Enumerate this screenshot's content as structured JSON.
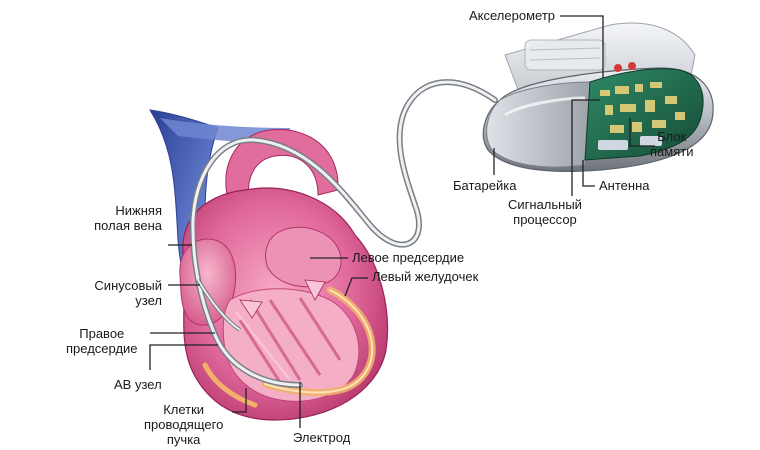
{
  "labels": {
    "accelerometer": [
      "Акселерометр"
    ],
    "memory_block": [
      "Блок",
      "памяти"
    ],
    "battery": [
      "Батарейка"
    ],
    "antenna": [
      "Антенна"
    ],
    "signal_processor": [
      "Сигнальный",
      "процессор"
    ],
    "inferior_vena_cava": [
      "Нижняя",
      "полая вена"
    ],
    "left_atrium": [
      "Левое предсердие"
    ],
    "left_ventricle": [
      "Левый желудочек"
    ],
    "sinus_node": [
      "Синусовый",
      "узел"
    ],
    "right_atrium": [
      "Правое",
      "предсердие"
    ],
    "av_node": [
      "АВ узел"
    ],
    "bundle_cells": [
      "Клетки",
      "проводящего",
      "пучка"
    ],
    "electrode": [
      "Электрод"
    ]
  },
  "colors": {
    "heart_light": "#f08fb0",
    "heart_mid": "#d95587",
    "heart_dark": "#a8285e",
    "vein_blue": "#3f55a6",
    "vein_light": "#8fa5dd",
    "conduction_orange": "#f2b06a",
    "device_silver": "#c9ccd2",
    "circuit_green": "#1f6b4f",
    "leader_line": "#222222"
  }
}
